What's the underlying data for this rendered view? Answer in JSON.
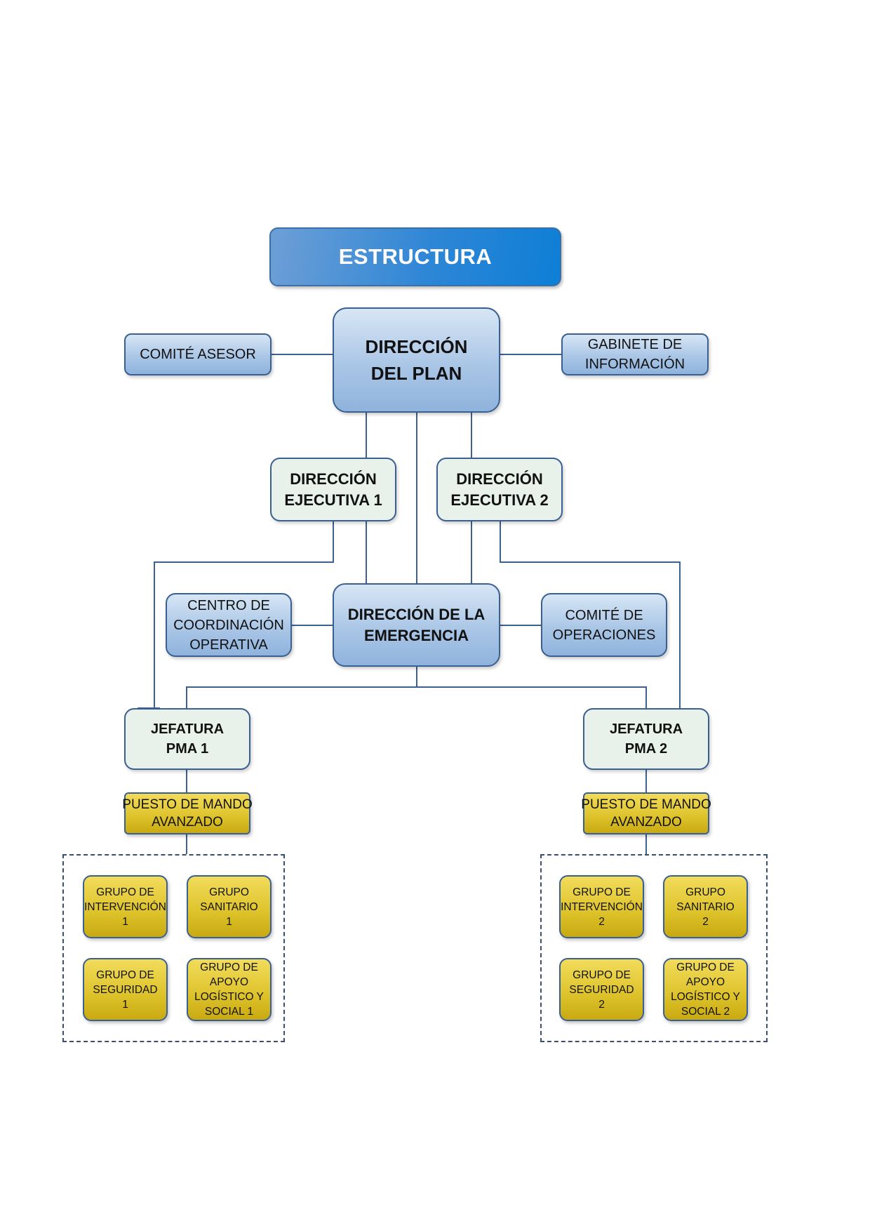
{
  "title": "ESTRUCTURA",
  "direccion_plan": [
    "DIRECCIÓN",
    "DEL PLAN"
  ],
  "comite_asesor": [
    "COMITÉ ASESOR"
  ],
  "gabinete_informacion": [
    "GABINETE DE",
    "INFORMACIÓN"
  ],
  "direccion_ejecutiva_1": [
    "DIRECCIÓN",
    "EJECUTIVA 1"
  ],
  "direccion_ejecutiva_2": [
    "DIRECCIÓN",
    "EJECUTIVA 2"
  ],
  "direccion_emergencia": [
    "DIRECCIÓN DE LA",
    "EMERGENCIA"
  ],
  "centro_coordinacion": [
    "CENTRO DE",
    "COORDINACIÓN",
    "OPERATIVA"
  ],
  "comite_operaciones": [
    "COMITÉ DE",
    "OPERACIONES"
  ],
  "jefatura_pma_1": [
    "JEFATURA",
    "PMA 1"
  ],
  "jefatura_pma_2": [
    "JEFATURA",
    "PMA 2"
  ],
  "puesto_mando_1": [
    "PUESTO DE MANDO",
    "AVANZADO"
  ],
  "puesto_mando_2": [
    "PUESTO DE MANDO",
    "AVANZADO"
  ],
  "grupos_1": [
    [
      "GRUPO DE",
      "INTERVENCIÓN",
      "1"
    ],
    [
      "GRUPO",
      "SANITARIO",
      "1"
    ],
    [
      "GRUPO DE",
      "SEGURIDAD",
      "1"
    ],
    [
      "GRUPO DE",
      "APOYO",
      "LOGÍSTICO Y",
      "SOCIAL 1"
    ]
  ],
  "grupos_2": [
    [
      "GRUPO DE",
      "INTERVENCIÓN",
      "2"
    ],
    [
      "GRUPO",
      "SANITARIO",
      "2"
    ],
    [
      "GRUPO DE",
      "SEGURIDAD",
      "2"
    ],
    [
      "GRUPO DE",
      "APOYO",
      "LOGÍSTICO Y",
      "SOCIAL 2"
    ]
  ],
  "colors": {
    "line": "#3d5f92",
    "box_border": "#3a5f91",
    "title_fill": "#1f84d6",
    "gold_fill": "#ddc22a",
    "green_fill": "#e9f2ea",
    "blue_fill": "#aac6e6"
  }
}
